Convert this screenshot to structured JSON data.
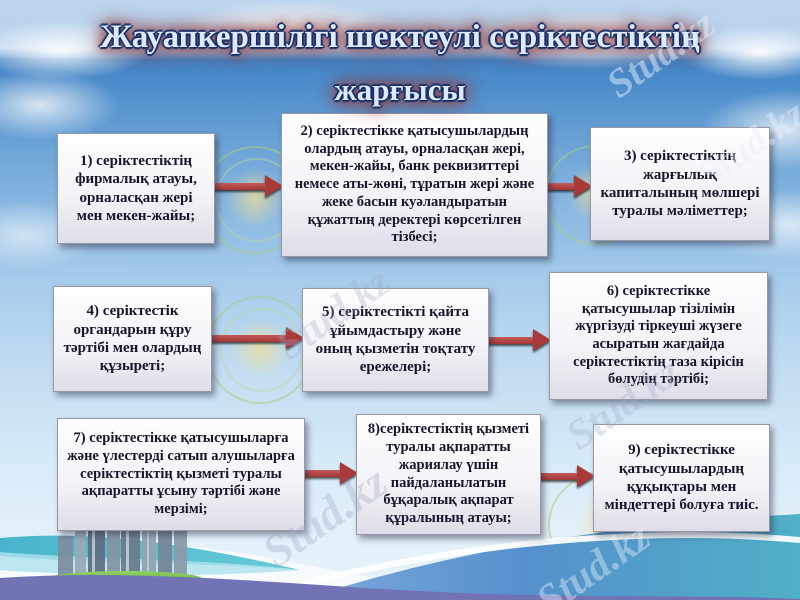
{
  "title": {
    "line1": "Жауапкершілігі шектеулі серіктестіктің",
    "line2": "жарғысы"
  },
  "boxes": [
    {
      "text": "1) серіктестіктің фирмалық атауы, орналасқан жері мен мекен-жайы;"
    },
    {
      "text": "2) серіктестікке қатысушылардың олардың атауы, орналасқан жері, мекен-жайы, банк реквизиттері немесе аты-жөні, тұратын жері және жеке басын куәландыратын құжаттың деректері көрсетілген тізбесі;"
    },
    {
      "text": "3) серіктестіктің жарғылық капиталының мөлшері туралы мәліметтер;"
    },
    {
      "text": "4) серіктестік органдарын құру тәртібі мен олардың құзыреті;"
    },
    {
      "text": "5) серіктестікті  қайта ұйымдастыру және оның қызметін тоқтату ережелері;"
    },
    {
      "text": "6) серіктестікке қатысушылар тізілімін жүргізуді тіркеуші жүзеге асыратын жағдайда серіктестіктің таза кірісін бөлудің тәртібі;"
    },
    {
      "text": "7) серіктестікке қатысушыларға және үлестерді сатып алушыларға серіктестіктің қызметі туралы ақпаратты ұсыну тәртібі және мерзімі;"
    },
    {
      "text": "8)серіктестіктің қызметі туралы ақпаратты жариялау үшін пайдаланылатын бұқаралық ақпарат құралының атауы;"
    },
    {
      "text": "9) серіктестікке қатысушылардың құқықтары мен міндеттері болуға тиіс."
    }
  ],
  "watermark": "Stud.kz",
  "colors": {
    "arrow": "#a93a3a",
    "title_glow": "#9c4646",
    "title_fill": "#dfe9fb",
    "bottom_purple": "#7173b5",
    "bottom_teal": "#53b9cd"
  }
}
